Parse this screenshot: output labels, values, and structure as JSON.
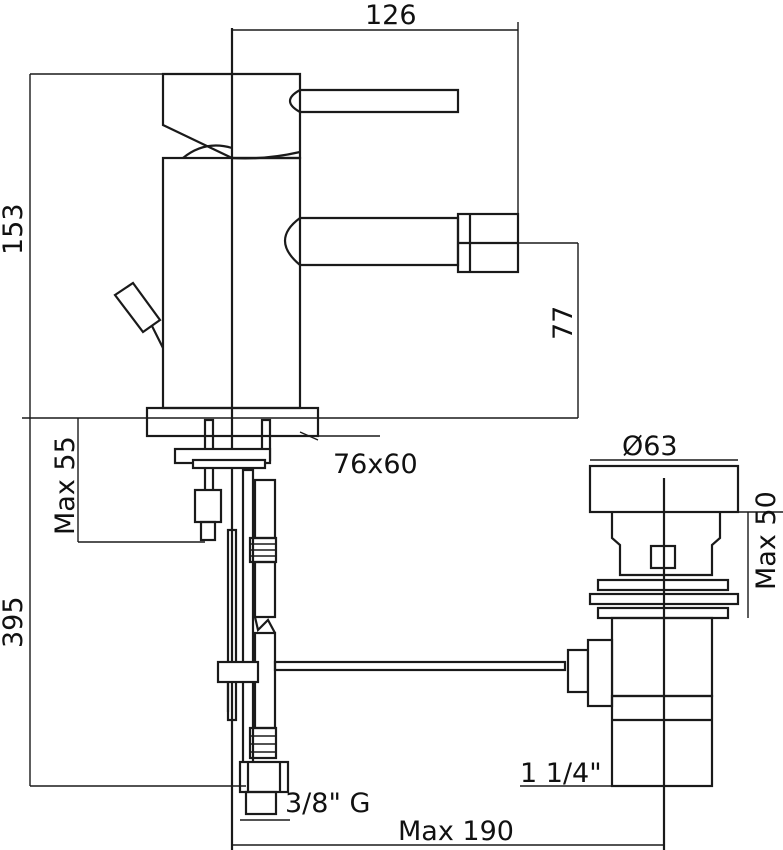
{
  "dimensions": {
    "top_width": "126",
    "height_153": "153",
    "spout_77": "77",
    "max_55": "Max 55",
    "base_76x60": "76x60",
    "drain_diameter": "Ø63",
    "max_50": "Max 50",
    "height_395": "395",
    "thread_1_1_4": "1 1/4\"",
    "thread_3_8_g": "3/8\" G",
    "max_190": "Max 190"
  },
  "colors": {
    "line": "#1a1a1a",
    "background": "#ffffff"
  }
}
